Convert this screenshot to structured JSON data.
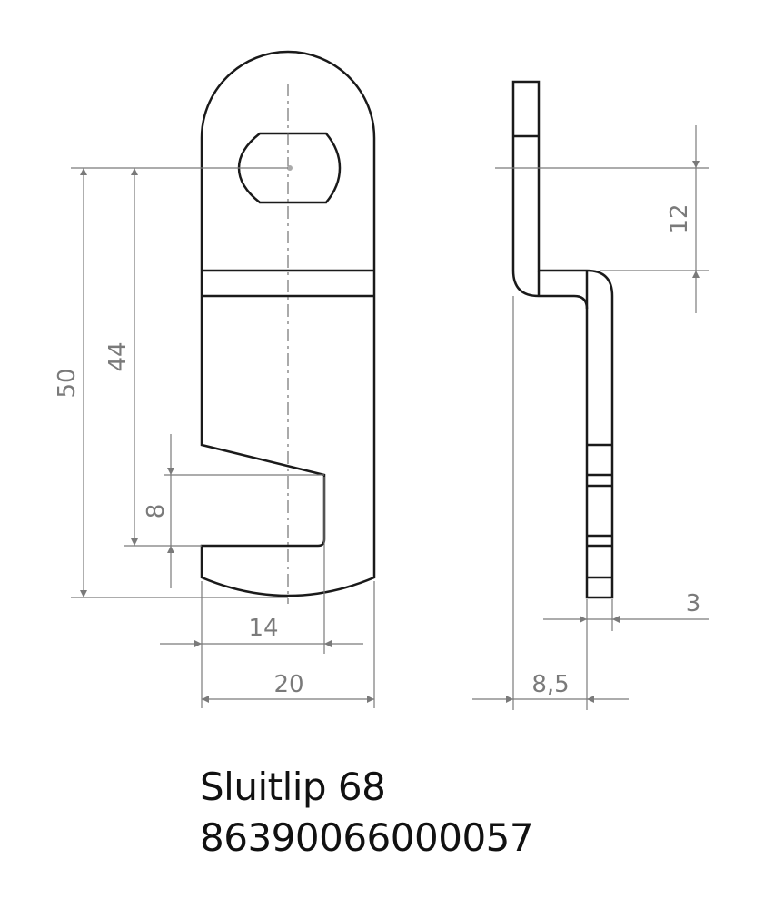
{
  "drawing": {
    "colors": {
      "outline": "#1a1a1a",
      "dimension": "#7a7a7a",
      "background": "#ffffff"
    },
    "front_view": {
      "dimensions": {
        "height_total": "50",
        "height_slot": "44",
        "notch_height": "8",
        "notch_width": "14",
        "width": "20"
      }
    },
    "side_view": {
      "dimensions": {
        "bend_height": "12",
        "thickness": "3",
        "offset": "8,5"
      }
    }
  },
  "caption": {
    "name": "Sluitlip 68",
    "code": "86390066000057"
  }
}
